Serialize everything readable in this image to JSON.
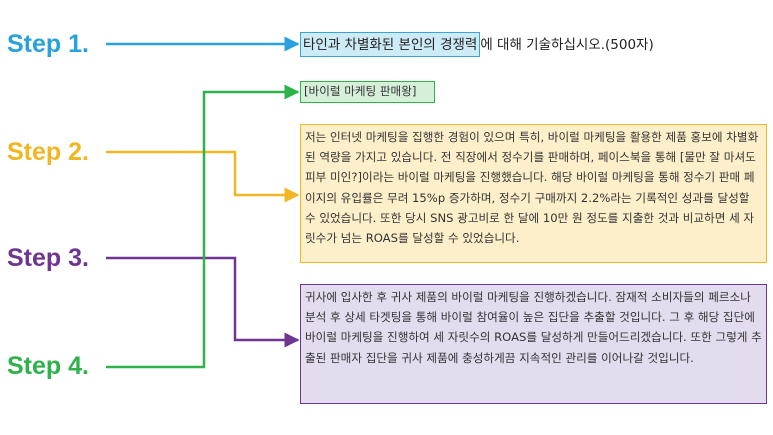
{
  "colors": {
    "step1": "#27a2de",
    "step2": "#f1b622",
    "step3": "#6e3591",
    "step4": "#2db34a"
  },
  "steps": [
    {
      "label": "Step 1."
    },
    {
      "label": "Step 2."
    },
    {
      "label": "Step 3."
    },
    {
      "label": "Step 4."
    }
  ],
  "question": {
    "highlight": "타인과 차별화된 본인의 경쟁력",
    "rest": "에 대해 기술하십시오.(500자)"
  },
  "title_box": {
    "text": "[바이럴 마케팅 판매왕]"
  },
  "experience_box": {
    "text": "저는 인터넷 마케팅을 집행한 경험이 있으며 특히, 바이럴 마케팅을 활용한 제품 홍보에 차별화된 역량을 가지고 있습니다. 전 직장에서 정수기를 판매하며, 페이스북을 통해 [물만 잘 마셔도 피부 미인?]이라는 바이럴 마케팅을 진행했습니다. 해당 바이럴 마케팅을 통해 정수기 판매 페이지의 유입률은 무려 15%p 증가하며, 정수기 구매까지 2.2%라는 기록적인 성과를 달성할 수 있었습니다. 또한 당시 SNS 광고비로 한 달에 10만 원 정도를 지출한 것과 비교하면 세 자릿수가 넘는 ROAS를 달성할 수 있었습니다."
  },
  "plan_box": {
    "text": "귀사에 입사한 후 귀사 제품의 바이럴 마케팅을 진행하겠습니다. 잠재적 소비자들의 페르소나 분석 후 상세 타겟팅을 통해 바이럴 참여율이 높은 집단을 추출할 것입니다. 그 후 해당 집단에 바이럴 마케팅을 진행하여 세 자릿수의 ROAS를 달성하게 만들어드리겠습니다. 또한 그렇게 추출된 판매자 집단을 귀사 제품에 충성하게끔 지속적인 관리를 이어나갈 것입니다."
  }
}
